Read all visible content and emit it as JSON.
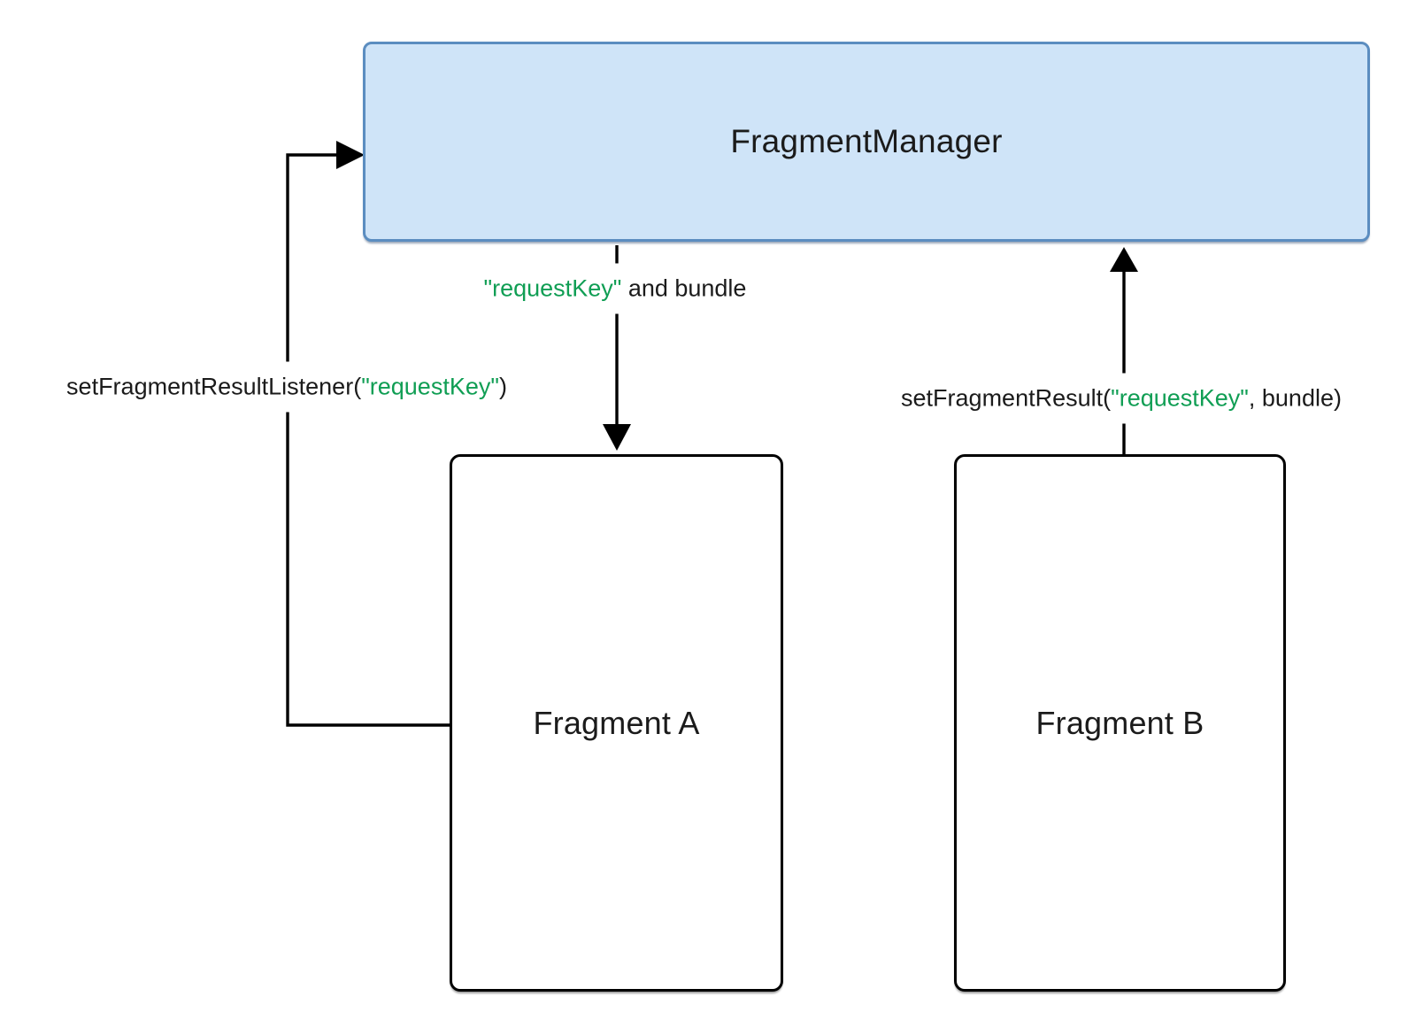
{
  "nodes": {
    "fragment_manager": {
      "label": "FragmentManager"
    },
    "fragment_a": {
      "label": "Fragment A"
    },
    "fragment_b": {
      "label": "Fragment B"
    }
  },
  "edges": {
    "set_listener": {
      "prefix": "setFragmentResultListener(",
      "key": "\"requestKey\"",
      "suffix": ")"
    },
    "deliver": {
      "key": "\"requestKey\"",
      "suffix": " and bundle"
    },
    "set_result": {
      "prefix": "setFragmentResult(",
      "key": "\"requestKey\"",
      "suffix": ", bundle)"
    }
  },
  "colors": {
    "key_green": "#109e54",
    "manager_fill": "#cfe4f8",
    "manager_border": "#5b8dc0",
    "node_border": "#000000",
    "line": "#000000"
  }
}
